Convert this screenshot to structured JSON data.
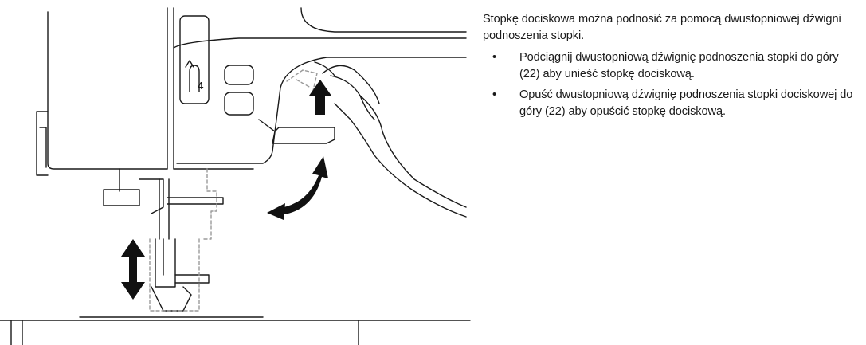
{
  "content": {
    "intro": "Stopkę dociskowa można podnosić za pomocą dwustopniowej dźwigni podnoszenia stopki.",
    "bullets": [
      "Podciągnij dwustopniową dźwignię podnoszenia stopki do góry (22) aby unieść stopkę dociskową.",
      "Opuść dwustopniową dźwignię podnoszenia stopki dociskowej do góry (22) aby opuścić stopkę dociskową."
    ]
  },
  "illustration": {
    "thread_guide_number": "4"
  }
}
